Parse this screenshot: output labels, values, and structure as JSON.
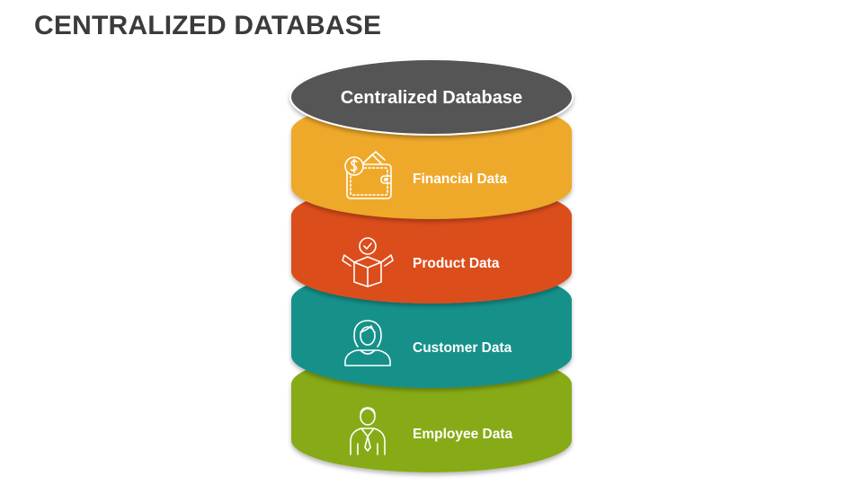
{
  "slide": {
    "title": "CENTRALIZED DATABASE"
  },
  "database": {
    "cap_label": "Centralized Database",
    "cap_color": "#555555",
    "layers": [
      {
        "label": "Financial Data",
        "icon": "wallet-dollar-icon",
        "color": "#EFA92A"
      },
      {
        "label": "Product Data",
        "icon": "product-box-icon",
        "color": "#DC4D1C"
      },
      {
        "label": "Customer Data",
        "icon": "customer-woman-icon",
        "color": "#14918A"
      },
      {
        "label": "Employee Data",
        "icon": "employee-man-icon",
        "color": "#87AB14"
      }
    ]
  }
}
